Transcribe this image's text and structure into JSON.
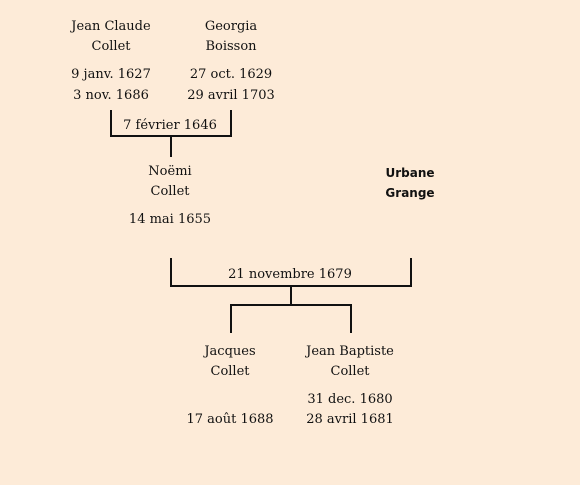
{
  "persons": {
    "jean_claude": {
      "first": "Jean Claude",
      "last": "Collet",
      "birth": "9 janv. 1627",
      "death": "3 nov. 1686"
    },
    "georgia": {
      "first": "Georgia",
      "last": "Boisson",
      "birth": "27 oct. 1629",
      "death": "29 avril 1703"
    },
    "noemi": {
      "first": "Noëmi",
      "last": "Collet",
      "birth": "14 mai 1655"
    },
    "urbane": {
      "first": "Urbane",
      "last": "Grange"
    },
    "jacques": {
      "first": "Jacques",
      "last": "Collet",
      "death": "17 août 1688"
    },
    "jean_baptiste": {
      "first": "Jean Baptiste",
      "last": "Collet",
      "birth": "31 dec. 1680",
      "death": "28 avril 1681"
    }
  },
  "marriages": {
    "first": "7 février 1646",
    "second": "21 novembre 1679"
  }
}
